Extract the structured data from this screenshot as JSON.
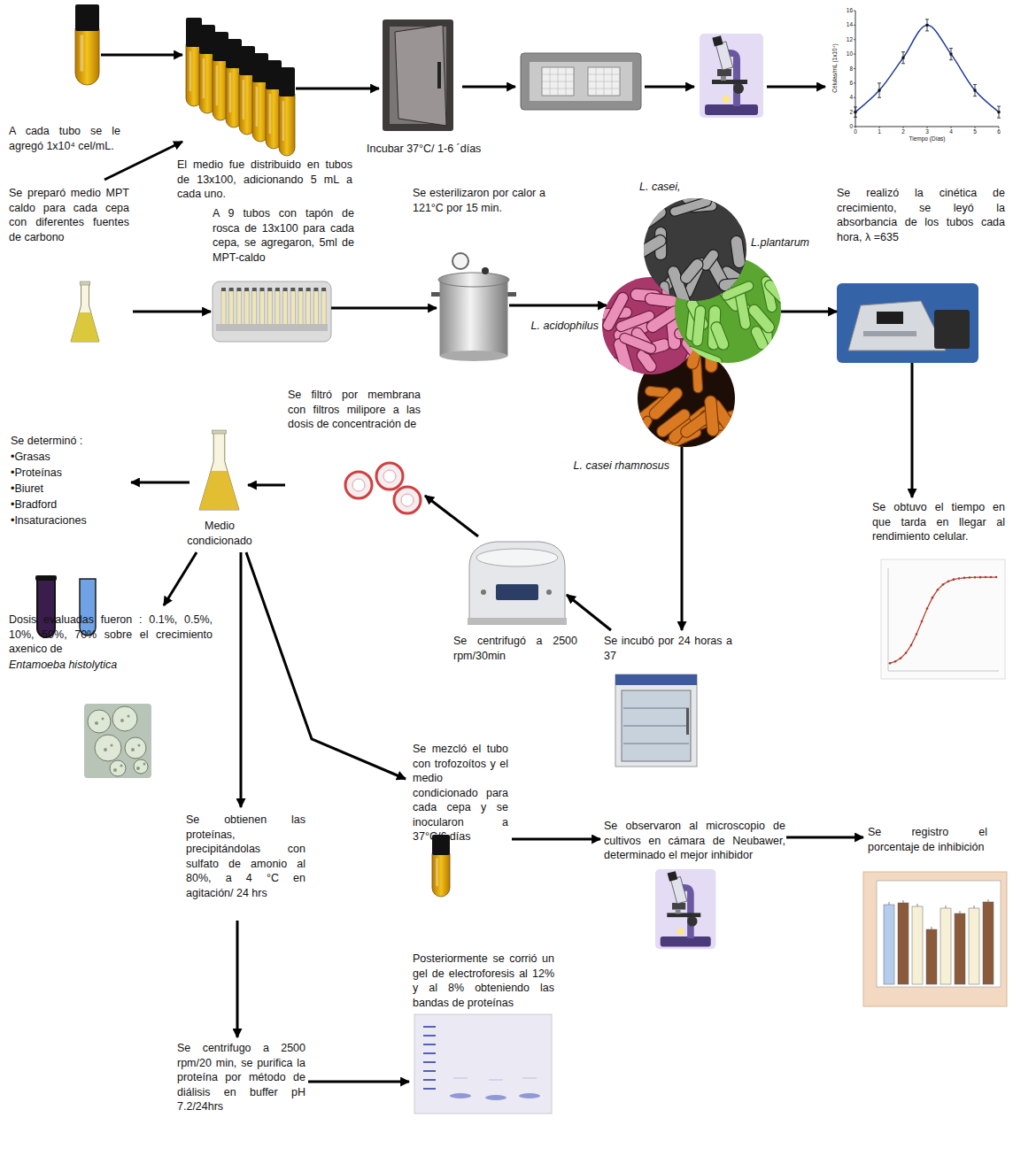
{
  "diagram": {
    "nodes": [
      {
        "text": [
          "A cada tubo se le agregó 1x10⁴ cel/mL."
        ]
      },
      {
        "text": [
          "El medio fue distribuido en tubos de 13x100, adicionando 5 mL a cada uno."
        ]
      },
      {
        "text": [
          "Incubar 37°C/ 1-6 ´días"
        ]
      },
      {
        "text": [
          "Se preparó medio MPT caldo para cada cepa con diferentes fuentes de carbono"
        ]
      },
      {
        "text": [
          "A 9 tubos con tapón de rosca de 13x100 para cada cepa, se agregaron, 5ml de MPT-caldo"
        ]
      },
      {
        "text": [
          "Se esterilizaron por calor a 121°C por 15 min."
        ]
      },
      {
        "text": [
          "L. casei,"
        ]
      },
      {
        "text": [
          "L.plantarum"
        ]
      },
      {
        "text": [
          "L. acidophilus"
        ]
      },
      {
        "text": [
          "L. casei rhamnosus"
        ]
      },
      {
        "text": [
          "Se realizó la cinética de crecimiento, se leyó la absorbancia de los tubos cada hora, λ =635"
        ]
      },
      {
        "text": [
          "Se filtró por membrana con filtros milipore a las dosis de concentración de"
        ]
      },
      {
        "text": [
          "Se determinó :",
          "•Grasas",
          "•Proteínas",
          "•Biuret",
          "•Bradford",
          "•Insaturaciones"
        ]
      },
      {
        "text": [
          "Medio condicionado"
        ]
      },
      {
        "text": [
          "Se obtuvo el tiempo en que tarda en llegar al rendimiento celular."
        ]
      },
      {
        "text": [
          "Dosis evaluadas fueron : 0.1%, 0.5%, 10%, 50%, 70% sobre el crecimiento axenico de",
          "Entamoeba histolytica"
        ]
      },
      {
        "text": [
          "Se centrifugó a 2500 rpm/30min"
        ]
      },
      {
        "text": [
          "Se incubó por 24 horas a 37"
        ]
      },
      {
        "text": [
          "Se mezcló el tubo con trofozoítos y el medio condicionado para cada cepa y se inocularon a 37°C/6 días"
        ]
      },
      {
        "text": [
          "Se obtienen las proteínas, precipitándolas con sulfato de amonio al 80%, a 4 °C en agitación/ 24 hrs"
        ]
      },
      {
        "text": [
          "Se observaron al microscopio de cultivos en cámara de Neubawer, determinado el mejor inhibidor"
        ]
      },
      {
        "text": [
          "Se registro el porcentaje de inhibición"
        ]
      },
      {
        "text": [
          "Posteriormente se corrió un gel de electroforesis al 12% y al 8% obteniendo las bandas de proteínas"
        ]
      },
      {
        "text": [
          "Se centrifugo a 2500 rpm/20 min, se purifica la proteína por método de diálisis en buffer pH 7.2/24hrs"
        ]
      }
    ],
    "edges": [
      {
        "from": 0,
        "to": 1,
        "arrow": "to"
      },
      {
        "from": 3,
        "to": 1,
        "arrow": "to"
      },
      {
        "from": 1,
        "to": 2,
        "arrow": "to"
      },
      {
        "from": 3,
        "to": 4,
        "arrow": "to"
      },
      {
        "from": 4,
        "to": 5,
        "arrow": "to"
      },
      {
        "from": 5,
        "to": 8,
        "arrow": "to"
      },
      {
        "from": 7,
        "to": 10,
        "arrow": "to"
      },
      {
        "from": 10,
        "to": 14,
        "arrow": "to"
      },
      {
        "from": 9,
        "to": 17,
        "arrow": "to"
      },
      {
        "from": 17,
        "to": 16,
        "arrow": "to"
      },
      {
        "from": 16,
        "to": 11,
        "arrow": "to"
      },
      {
        "from": 11,
        "to": 13,
        "arrow": "to"
      },
      {
        "from": 13,
        "to": 12,
        "arrow": "to"
      },
      {
        "from": 13,
        "to": 15,
        "arrow": "to"
      },
      {
        "from": 13,
        "to": 19,
        "arrow": "to"
      },
      {
        "from": 13,
        "to": 18,
        "arrow": "to"
      },
      {
        "from": 19,
        "to": 23,
        "arrow": "to"
      },
      {
        "from": 23,
        "to": 22,
        "arrow": "to"
      },
      {
        "from": 18,
        "to": 20,
        "arrow": "to"
      },
      {
        "from": 20,
        "to": 21,
        "arrow": "to"
      }
    ],
    "labels": [
      "0",
      "2",
      "4",
      "6",
      "8",
      "10",
      "12",
      "14",
      "16",
      "0",
      "1",
      "2",
      "3",
      "4",
      "5",
      "6",
      "Tiempo (Días)",
      "Células/mL (1x10⁴)"
    ]
  }
}
